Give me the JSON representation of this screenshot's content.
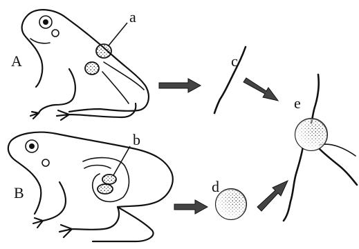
{
  "labels": {
    "a": "a",
    "b": "b",
    "c": "c",
    "d": "d",
    "e": "e",
    "A": "A",
    "B": "B"
  }
}
